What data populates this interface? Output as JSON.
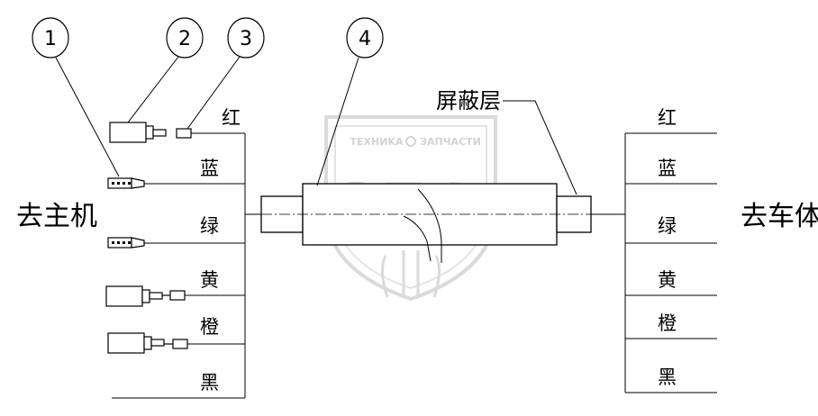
{
  "left_side_label": "去主机",
  "right_side_label": "去车体",
  "shield_label": "屏蔽层",
  "callouts": [
    "1",
    "2",
    "3",
    "4"
  ],
  "left_wires": [
    "红",
    "蓝",
    "绿",
    "黄",
    "橙",
    "黑"
  ],
  "right_wires": [
    "红",
    "蓝",
    "绿",
    "黄",
    "橙",
    "黑"
  ],
  "watermark": {
    "left_text": "TEXHИKA",
    "right_text": "ЗАПЧАСТИ",
    "big_text": "ЭПФ"
  },
  "colors": {
    "line": "#000000",
    "watermark": "#d0d0d0"
  }
}
